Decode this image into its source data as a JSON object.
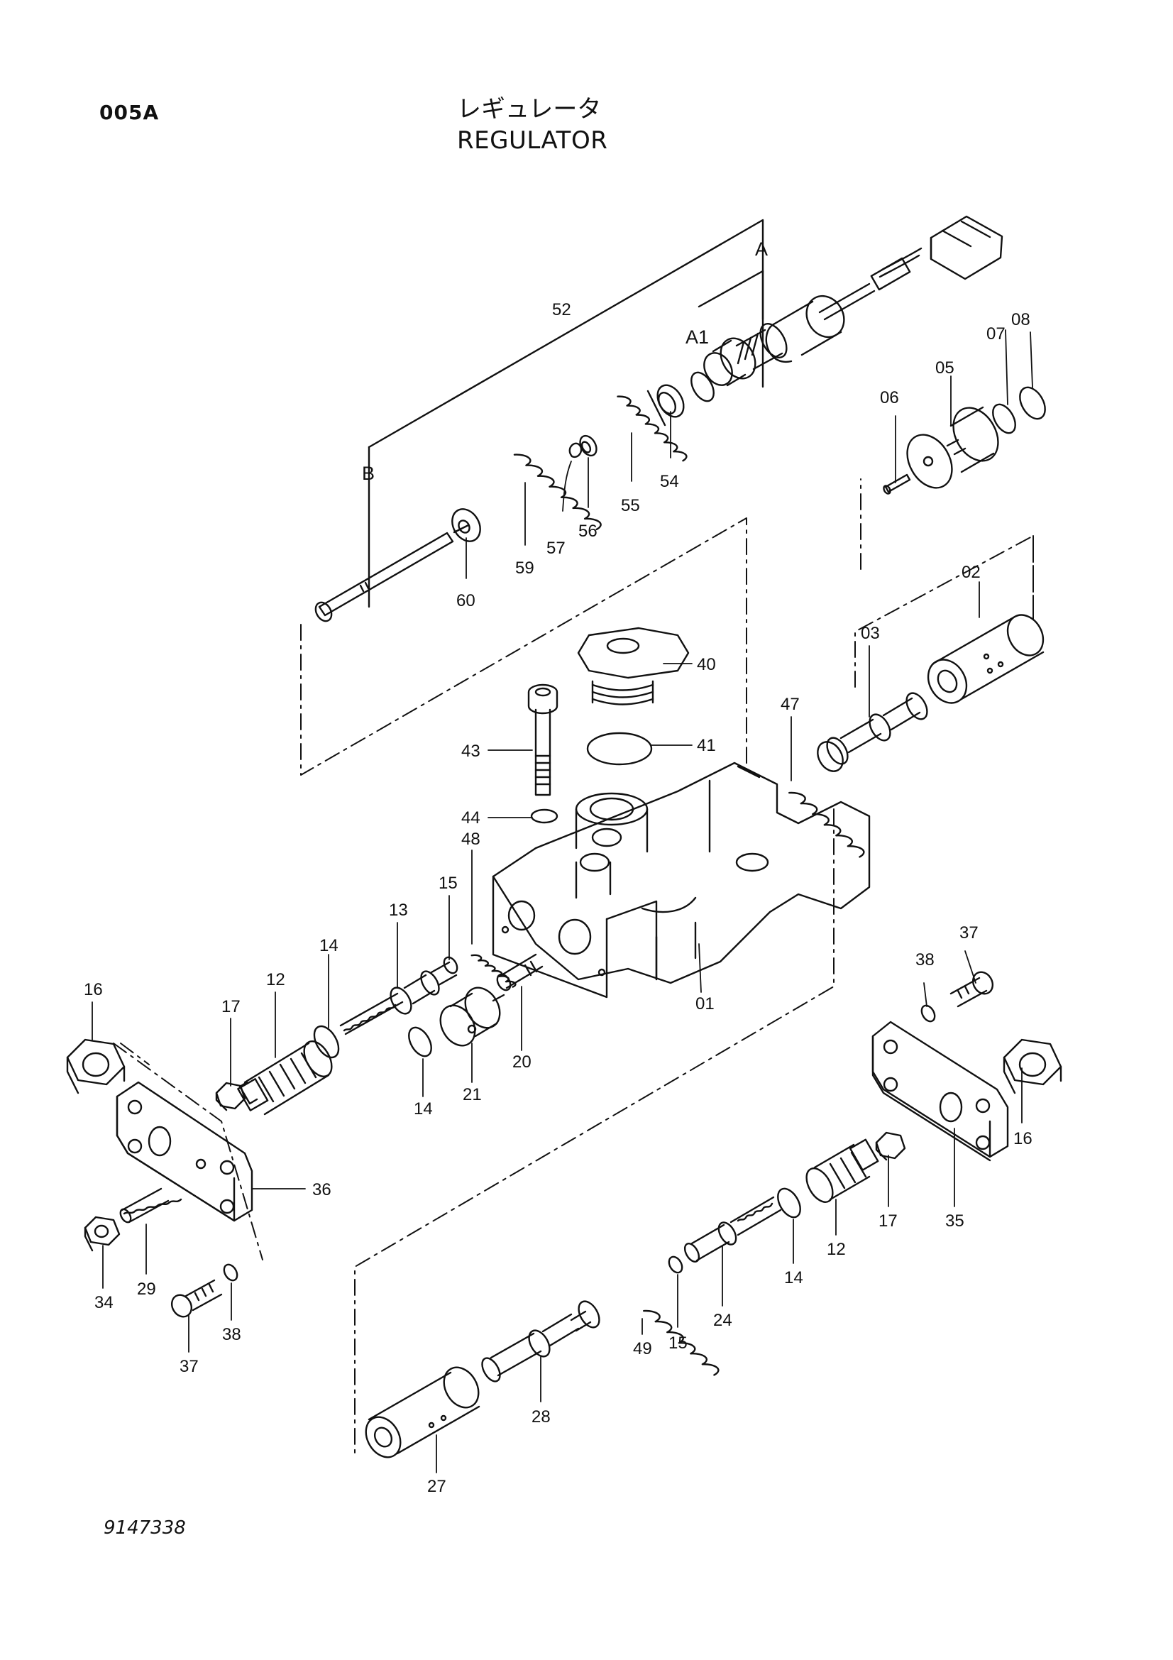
{
  "header": {
    "page_code": "005A",
    "title_jp": "レギュレータ",
    "title_en": "REGULATOR"
  },
  "footer": {
    "drawing_number": "9147338"
  },
  "callouts": {
    "c52": "52",
    "cA": "A",
    "cA1": "A1",
    "cB": "B",
    "c08": "08",
    "c07": "07",
    "c05": "05",
    "c06": "06",
    "c54": "54",
    "c55": "55",
    "c56": "56",
    "c57": "57",
    "c59": "59",
    "c60": "60",
    "c02": "02",
    "c03": "03",
    "c40": "40",
    "c41": "41",
    "c43": "43",
    "c44": "44",
    "c47": "47",
    "c48": "48",
    "c15a": "15",
    "c13": "13",
    "c14a": "14",
    "c12a": "12",
    "c16a": "16",
    "c17a": "17",
    "c20": "20",
    "c21": "21",
    "c14b": "14",
    "c01": "01",
    "c37a": "37",
    "c38a": "38",
    "c16b": "16",
    "c36": "36",
    "c29": "29",
    "c34": "34",
    "c37b": "37",
    "c38b": "38",
    "c17b": "17",
    "c35": "35",
    "c12b": "12",
    "c14c": "14",
    "c24": "24",
    "c15b": "15",
    "c49": "49",
    "c28": "28",
    "c27": "27"
  }
}
